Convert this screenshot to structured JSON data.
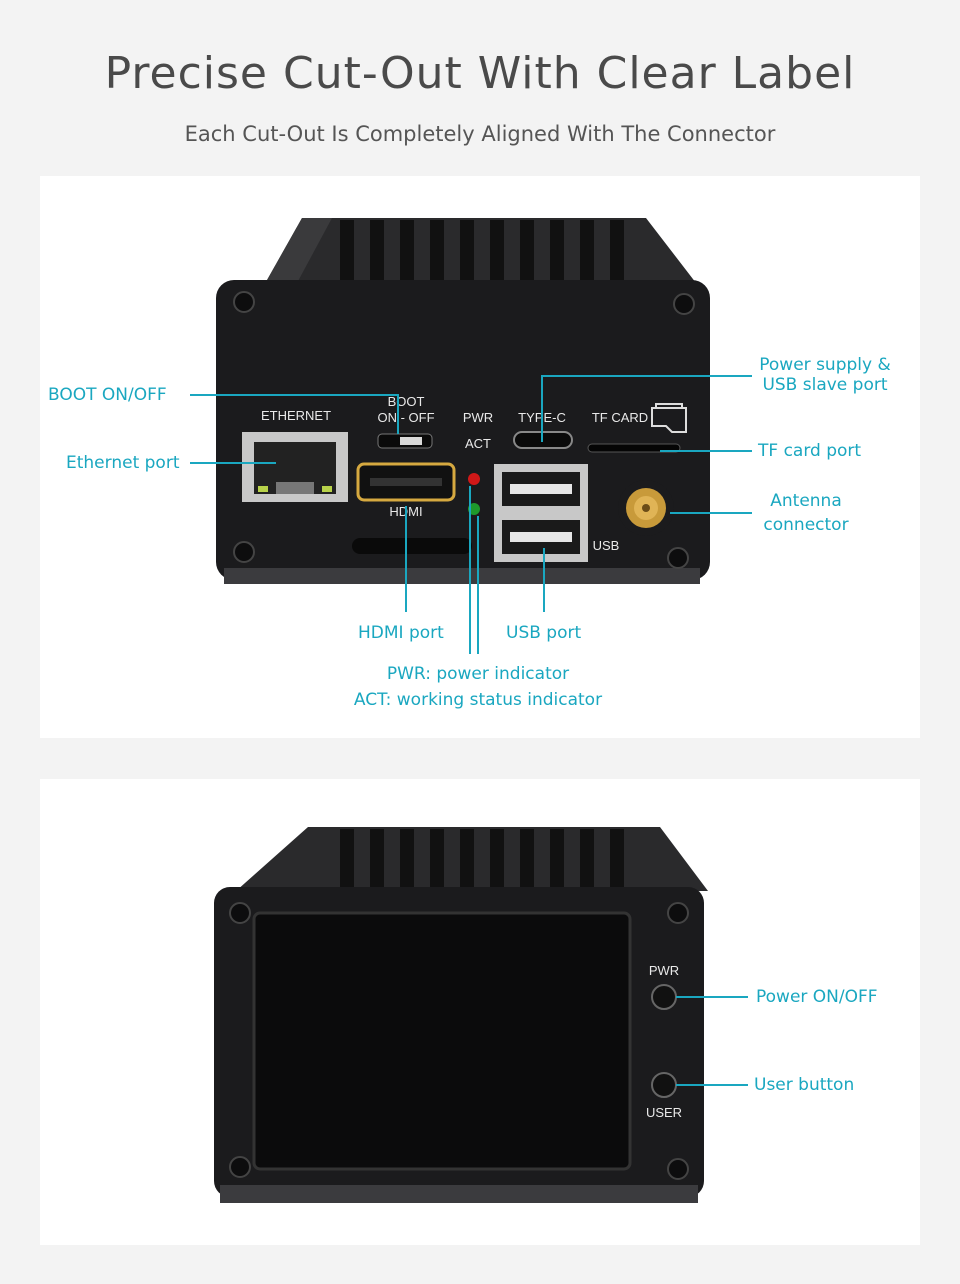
{
  "header": {
    "title": "Precise Cut-Out With Clear Label",
    "subtitle": "Each Cut-Out Is Completely Aligned With The Connector"
  },
  "front_panel": {
    "silkscreen": {
      "ethernet": "ETHERNET",
      "boot_1": "BOOT",
      "boot_2": "ON - OFF",
      "pwr": "PWR",
      "act": "ACT",
      "typec": "TYPE-C",
      "tfcard": "TF CARD",
      "hdmi": "HDMI",
      "usb": "USB"
    },
    "callouts": {
      "boot": "BOOT ON/OFF",
      "ethernet": "Ethernet port",
      "power_1": "Power supply &",
      "power_2": "USB slave port",
      "tf": "TF card port",
      "antenna_1": "Antenna",
      "antenna_2": "connector",
      "hdmi": "HDMI port",
      "usb": "USB port",
      "pwr_led": "PWR: power indicator",
      "act_led": "ACT: working status indicator"
    }
  },
  "back_panel": {
    "silkscreen": {
      "pwr": "PWR",
      "user": "USER"
    },
    "callouts": {
      "power": "Power ON/OFF",
      "user": "User button"
    }
  },
  "colors": {
    "accent": "#1aa7c0",
    "case": "#1b1b1d",
    "led_pwr": "#d01818",
    "led_act": "#1e9a2c",
    "antenna": "#c89a3a"
  }
}
